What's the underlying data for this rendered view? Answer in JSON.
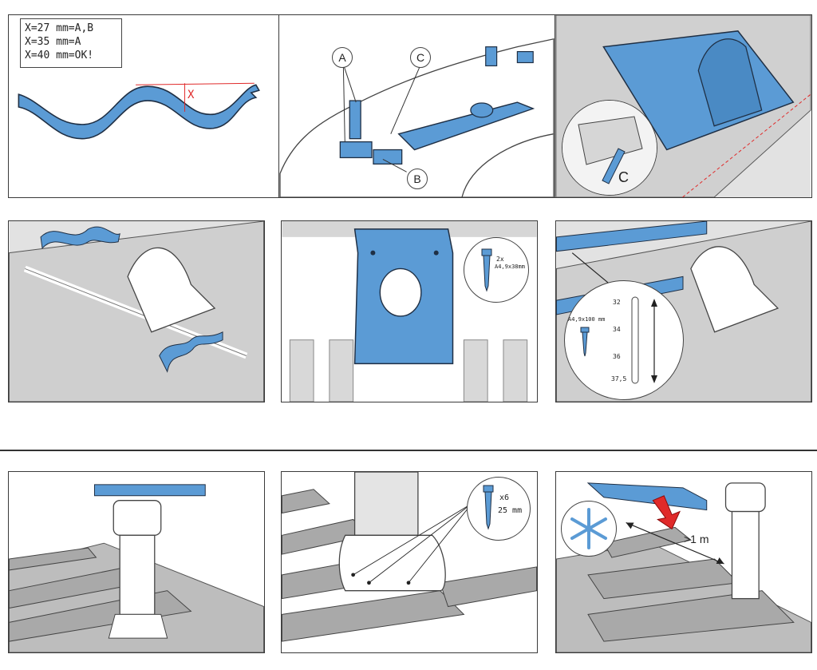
{
  "colors": {
    "blue": "#5b9bd5",
    "outline": "#1f2f44",
    "red": "#e02a2a",
    "gray": "#c9c9c9",
    "darkgray": "#9a9a9a"
  },
  "panel1": {
    "legend": [
      "X=27 mm=A,B",
      "X=35 mm=A",
      "X=40 mm=OK!"
    ],
    "x_label": "X"
  },
  "panel2": {
    "label_a": "A",
    "label_b": "B",
    "label_c": "C"
  },
  "panel3": {
    "callout_label": "C"
  },
  "panel5": {
    "screw_count": "2x",
    "screw_spec": "A4,9x38mm"
  },
  "panel6": {
    "screw_spec": "A4,9x100 mm",
    "scale": [
      "32",
      "34",
      "36",
      "37,5"
    ]
  },
  "panel8": {
    "screw_count": "x6",
    "screw_spec": "25 mm"
  },
  "panel9": {
    "distance": ">1 m",
    "icons": [
      "snowflake-icon",
      "arrow-down-icon"
    ]
  }
}
